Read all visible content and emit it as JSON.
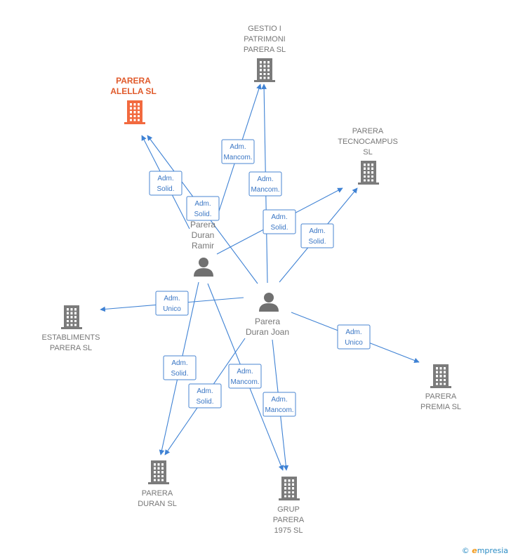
{
  "colors": {
    "company": "#7b7b7b",
    "company_main": "#f26a3f",
    "person": "#707070",
    "edge": "#3f82d4",
    "edge_label": "#3a76c4"
  },
  "nodes": [
    {
      "id": "gestio",
      "type": "company",
      "icon": "building-icon",
      "label_lines": [
        "GESTIO I",
        "PATRIMONI",
        "PARERA  SL"
      ]
    },
    {
      "id": "alella",
      "type": "company",
      "main": true,
      "icon": "building-icon",
      "label_lines": [
        "PARERA",
        "ALELLA  SL"
      ]
    },
    {
      "id": "tecnocampus",
      "type": "company",
      "icon": "building-icon",
      "label_lines": [
        "PARERA",
        "TECNOCAMPUS",
        "SL"
      ]
    },
    {
      "id": "ramir",
      "type": "person",
      "icon": "person-icon",
      "label_lines": [
        "Parera",
        "Duran",
        "Ramir"
      ]
    },
    {
      "id": "joan",
      "type": "person",
      "icon": "person-icon",
      "label_lines": [
        "Parera",
        "Duran Joan"
      ]
    },
    {
      "id": "establiments",
      "type": "company",
      "icon": "building-icon",
      "label_lines": [
        "ESTABLIMENTS",
        "PARERA  SL"
      ]
    },
    {
      "id": "premia",
      "type": "company",
      "icon": "building-icon",
      "label_lines": [
        "PARERA",
        "PREMIA  SL"
      ]
    },
    {
      "id": "duran",
      "type": "company",
      "icon": "building-icon",
      "label_lines": [
        "PARERA",
        "DURAN  SL"
      ]
    },
    {
      "id": "grup",
      "type": "company",
      "icon": "building-icon",
      "label_lines": [
        "GRUP",
        "PARERA",
        "1975  SL"
      ]
    }
  ],
  "edges": [
    {
      "from": "ramir",
      "to": "alella",
      "label_lines": [
        "Adm.",
        "Solid."
      ]
    },
    {
      "from": "joan",
      "to": "alella",
      "label_lines": [
        "Adm.",
        "Solid."
      ]
    },
    {
      "from": "ramir",
      "to": "gestio",
      "label_lines": [
        "Adm.",
        "Mancom."
      ]
    },
    {
      "from": "joan",
      "to": "gestio",
      "label_lines": [
        "Adm.",
        "Mancom."
      ]
    },
    {
      "from": "ramir",
      "to": "tecnocampus",
      "label_lines": [
        "Adm.",
        "Solid."
      ]
    },
    {
      "from": "joan",
      "to": "tecnocampus",
      "label_lines": [
        "Adm.",
        "Solid."
      ]
    },
    {
      "from": "joan",
      "to": "establiments",
      "label_lines": [
        "Adm.",
        "Unico"
      ]
    },
    {
      "from": "joan",
      "to": "premia",
      "label_lines": [
        "Adm.",
        "Unico"
      ]
    },
    {
      "from": "ramir",
      "to": "duran",
      "label_lines": [
        "Adm.",
        "Solid."
      ]
    },
    {
      "from": "joan",
      "to": "duran",
      "label_lines": [
        "Adm.",
        "Solid."
      ]
    },
    {
      "from": "ramir",
      "to": "grup",
      "label_lines": [
        "Adm.",
        "Mancom."
      ]
    },
    {
      "from": "joan",
      "to": "grup",
      "label_lines": [
        "Adm.",
        "Mancom."
      ]
    }
  ],
  "brand": {
    "copyright": "©",
    "name": "mpresia",
    "initial": "e"
  }
}
